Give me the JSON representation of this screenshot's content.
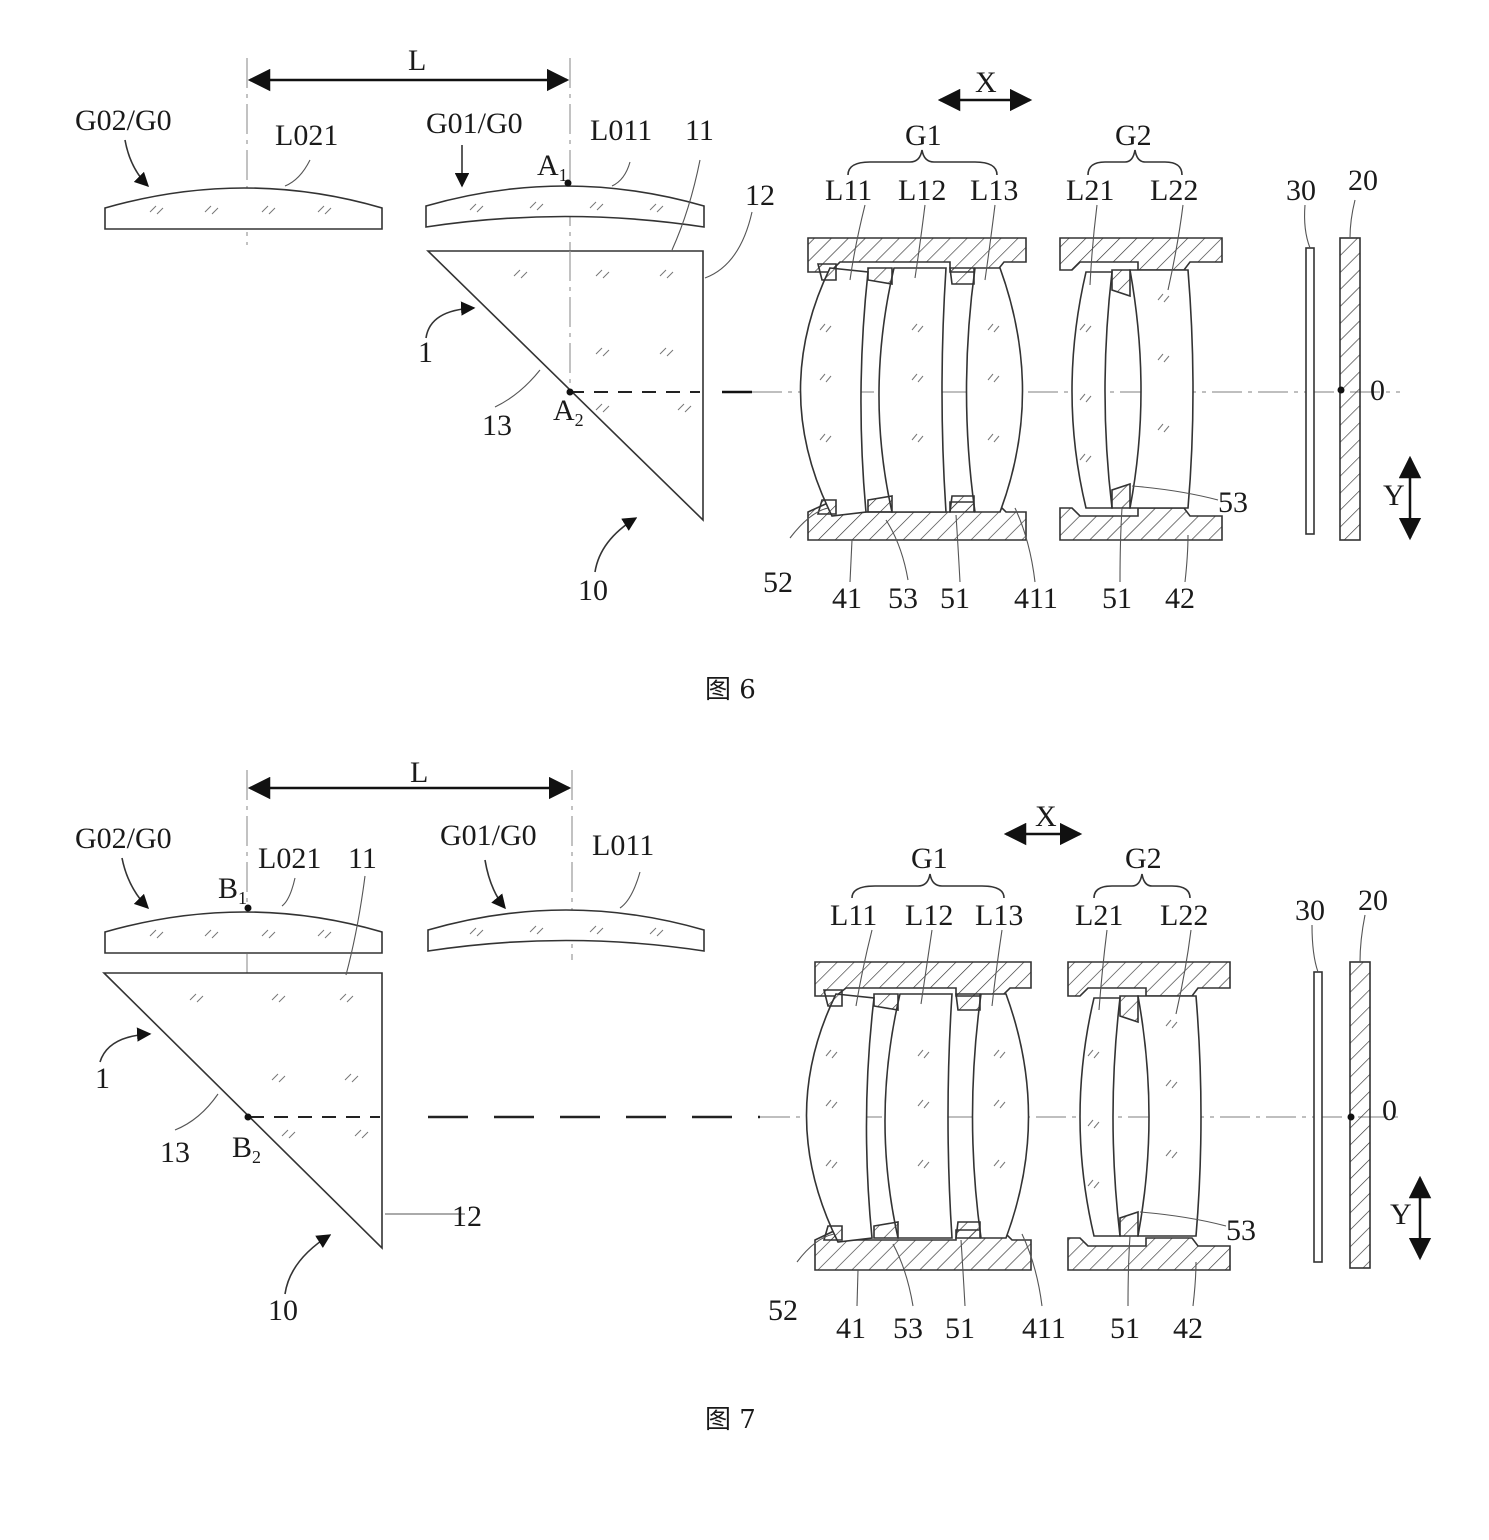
{
  "figures": [
    {
      "caption": "图 6",
      "dimension_label": "L",
      "move_x_label": "X",
      "move_y_label": "Y",
      "group_labels": {
        "g02": "G02/G0",
        "g01": "G01/G0",
        "g1": "G1",
        "g2": "G2"
      },
      "lens_labels": {
        "l021": "L021",
        "l011": "L011",
        "l11": "L11",
        "l12": "L12",
        "l13": "L13",
        "l21": "L21",
        "l22": "L22"
      },
      "point_labels": {
        "top": "A",
        "top_sub": "1",
        "bottom": "A",
        "bottom_sub": "2"
      },
      "part_labels": {
        "p11": "11",
        "p12": "12",
        "p13": "13",
        "p1": "1",
        "p10": "10",
        "p30": "30",
        "p20": "20",
        "p0": "0"
      },
      "bottom_labels": [
        "52",
        "41",
        "53",
        "51",
        "411",
        "51",
        "42"
      ],
      "side_label_53": "53"
    },
    {
      "caption": "图 7",
      "dimension_label": "L",
      "move_x_label": "X",
      "move_y_label": "Y",
      "group_labels": {
        "g02": "G02/G0",
        "g01": "G01/G0",
        "g1": "G1",
        "g2": "G2"
      },
      "lens_labels": {
        "l021": "L021",
        "l011": "L011",
        "l11": "L11",
        "l12": "L12",
        "l13": "L13",
        "l21": "L21",
        "l22": "L22"
      },
      "point_labels": {
        "top": "B",
        "top_sub": "1",
        "bottom": "B",
        "bottom_sub": "2"
      },
      "part_labels": {
        "p11": "11",
        "p12": "12",
        "p13": "13",
        "p1": "1",
        "p10": "10",
        "p30": "30",
        "p20": "20",
        "p0": "0"
      },
      "bottom_labels": [
        "52",
        "41",
        "53",
        "51",
        "411",
        "51",
        "42"
      ],
      "side_label_53": "53"
    }
  ]
}
